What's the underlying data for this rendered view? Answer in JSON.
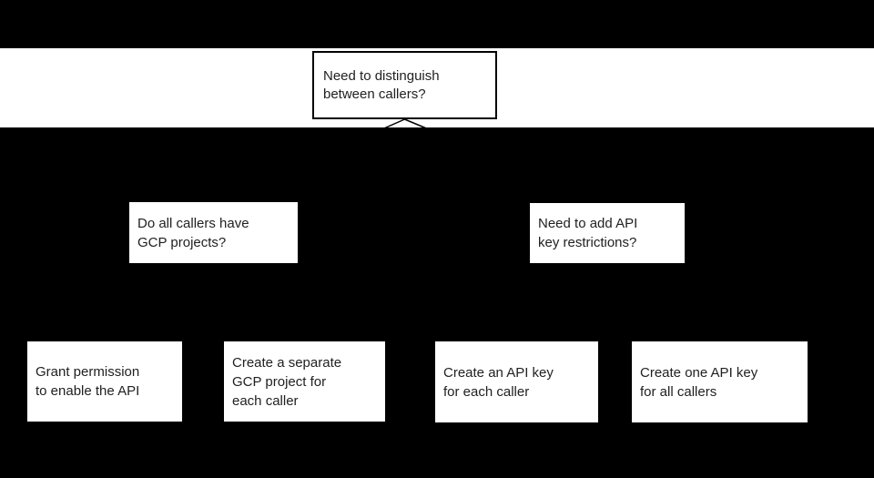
{
  "diagram": {
    "type": "flowchart",
    "colors": {
      "background": "#000000",
      "band": "#ffffff",
      "node_fill": "#ffffff",
      "node_border": "#000000",
      "text": "#212121",
      "connector": "#000000"
    },
    "nodes": {
      "root": {
        "label": "Need to distinguish\nbetween callers?"
      },
      "decision_left": {
        "label": "Do all callers have\nGCP projects?"
      },
      "decision_right": {
        "label": "Need to add API\nkey restrictions?"
      },
      "action_grant_permission": {
        "label": "Grant permission\nto enable the API"
      },
      "action_separate_project": {
        "label": "Create a separate\nGCP project for\neach caller"
      },
      "action_api_key_each": {
        "label": "Create an API key\nfor each caller"
      },
      "action_api_key_all": {
        "label": "Create one API key\nfor all callers"
      }
    },
    "edges": [
      {
        "from": "root",
        "to": "decision_left"
      },
      {
        "from": "root",
        "to": "decision_right"
      }
    ]
  }
}
